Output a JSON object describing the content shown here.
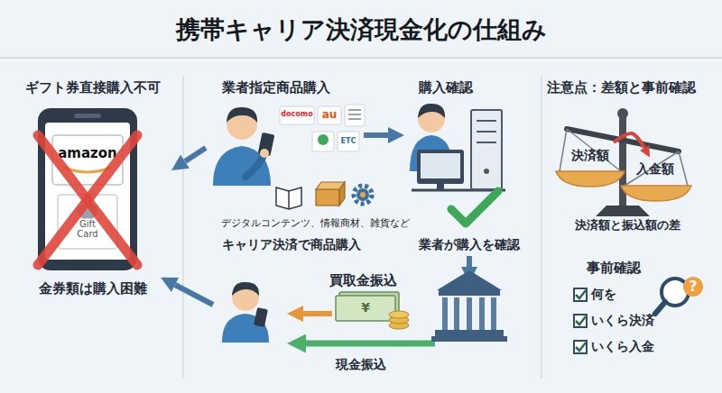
{
  "diagram": {
    "title": "携帯キャリア決済現金化の仕組み",
    "nodes": [
      {
        "text": [
          "ギフト券直接購入不可",
          "金券類は購入困難"
        ]
      },
      {
        "text": [
          "業者指定商品購入"
        ]
      },
      {
        "text": [
          "購入確認"
        ]
      },
      {
        "text": [
          "注意点：差額と事前確認"
        ]
      },
      {
        "text": [
          "決済額と振込額の差"
        ],
        "in": 3
      },
      {
        "text": [
          "決済額"
        ],
        "in": 4
      },
      {
        "text": [
          "入金額"
        ],
        "in": 4
      },
      {
        "text": [
          "事前確認",
          "何を",
          "いくら決済",
          "いくら入金"
        ],
        "in": 3
      }
    ],
    "edges": [
      {
        "from": 1,
        "to": 0,
        "arrow": "to"
      },
      {
        "from": 1,
        "to": 2,
        "arrow": "to"
      },
      {
        "from": 5,
        "to": 6,
        "arrow": "to"
      }
    ],
    "labels": [
      "amazon",
      "Gift Card",
      "docomo",
      "au",
      "ETC",
      "デジタルコンテンツ、情報商材、雑貨など",
      "キャリア決済で商品購入",
      "業者が購入を確認",
      "¥",
      "買取金振込",
      "現金振込",
      "?"
    ]
  }
}
